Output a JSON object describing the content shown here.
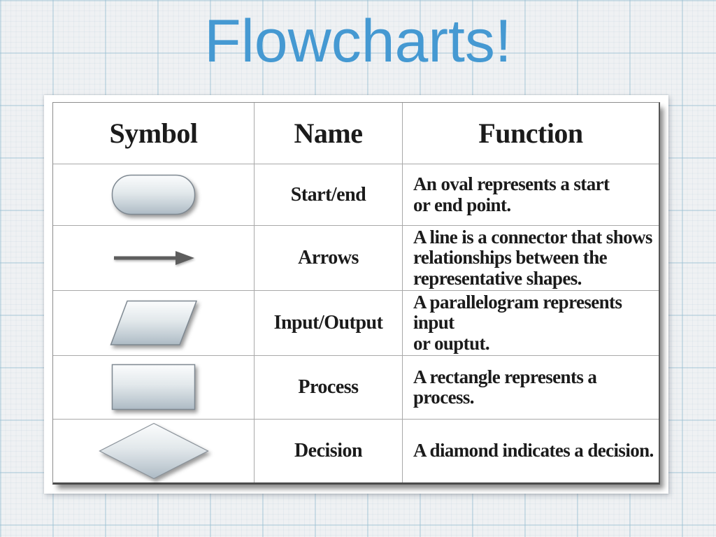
{
  "slide": {
    "title": "Flowcharts!"
  },
  "table": {
    "headers": [
      "Symbol",
      "Name",
      "Function"
    ],
    "rows": [
      {
        "symbol_icon": "oval-terminator-shape-icon",
        "name": "Start/end",
        "function_lines": [
          "An oval represents a start",
          "or end point."
        ]
      },
      {
        "symbol_icon": "right-arrow-shape-icon",
        "name": "Arrows",
        "function_lines": [
          "A line is a connector that shows",
          "relationships between the",
          "representative shapes."
        ]
      },
      {
        "symbol_icon": "parallelogram-shape-icon",
        "name": "Input/Output",
        "function_lines": [
          "A parallelogram represents input",
          "or ouptut."
        ]
      },
      {
        "symbol_icon": "rectangle-shape-icon",
        "name": "Process",
        "function_lines": [
          "A rectangle represents a process."
        ]
      },
      {
        "symbol_icon": "diamond-shape-icon",
        "name": "Decision",
        "function_lines": [
          "A diamond indicates a decision."
        ]
      }
    ]
  },
  "colors": {
    "title_blue": "#4599d2",
    "shape_fill_top": "#fbfcfd",
    "shape_fill_bottom": "#adbac4",
    "shape_stroke": "#7f8992",
    "arrow_gray": "#5d5d5d",
    "table_text": "#1b1b1b",
    "paper_background": "#eff1f3"
  }
}
